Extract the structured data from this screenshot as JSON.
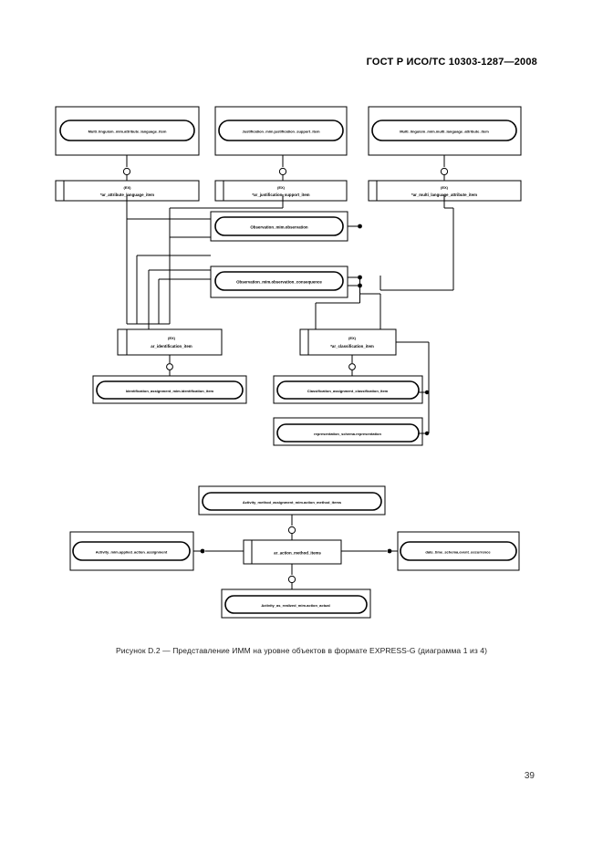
{
  "document": {
    "header": "ГОСТ Р ИСО/ТС 10303-1287—2008",
    "page_number": "39",
    "caption": "Рисунок D.2 — Представление ИММ на уровне объектов в формате EXPRESS-G (диаграмма 1 из 4)"
  },
  "diagram": {
    "type": "EXPRESS-G",
    "nodes": {
      "n1": {
        "label": "Multi_linguism_mim.attribute_language_item"
      },
      "n2": {
        "label": "Justification_mim.justification_support_item"
      },
      "n3": {
        "label": "Multi_linguism_mim.multi_language_attribute_item"
      },
      "n4": {
        "tag": "(EX)",
        "label": "*ar_attribute_language_item"
      },
      "n5": {
        "tag": "(EX)",
        "label": "*ar_justification_support_item"
      },
      "n6": {
        "tag": "(EX)",
        "label": "*ar_multi_language_attribute_item"
      },
      "n7": {
        "label": "Observation_mim.observation"
      },
      "n8": {
        "label": "Observation_mim.observation_consequence"
      },
      "n9": {
        "tag": "(EX)",
        "label": "ar_identification_item"
      },
      "n10": {
        "tag": "(EX)",
        "label": "*ar_classification_item"
      },
      "n11": {
        "label": "Identification_assignment_mim.identification_item"
      },
      "n12": {
        "label": "Classification_assignment_classification_item"
      },
      "n13": {
        "label": "representation_schema.representation"
      },
      "n14": {
        "label": "Activity_method_assignment_mim.action_method_items"
      },
      "n15": {
        "label": "Activity_mim.applied_action_assignment"
      },
      "n16": {
        "label": "ar_action_method_items"
      },
      "n17": {
        "label": "date_time_schema.event_occurrence"
      },
      "n18": {
        "label": "Activity_as_realized_mim.action_actual"
      }
    }
  }
}
